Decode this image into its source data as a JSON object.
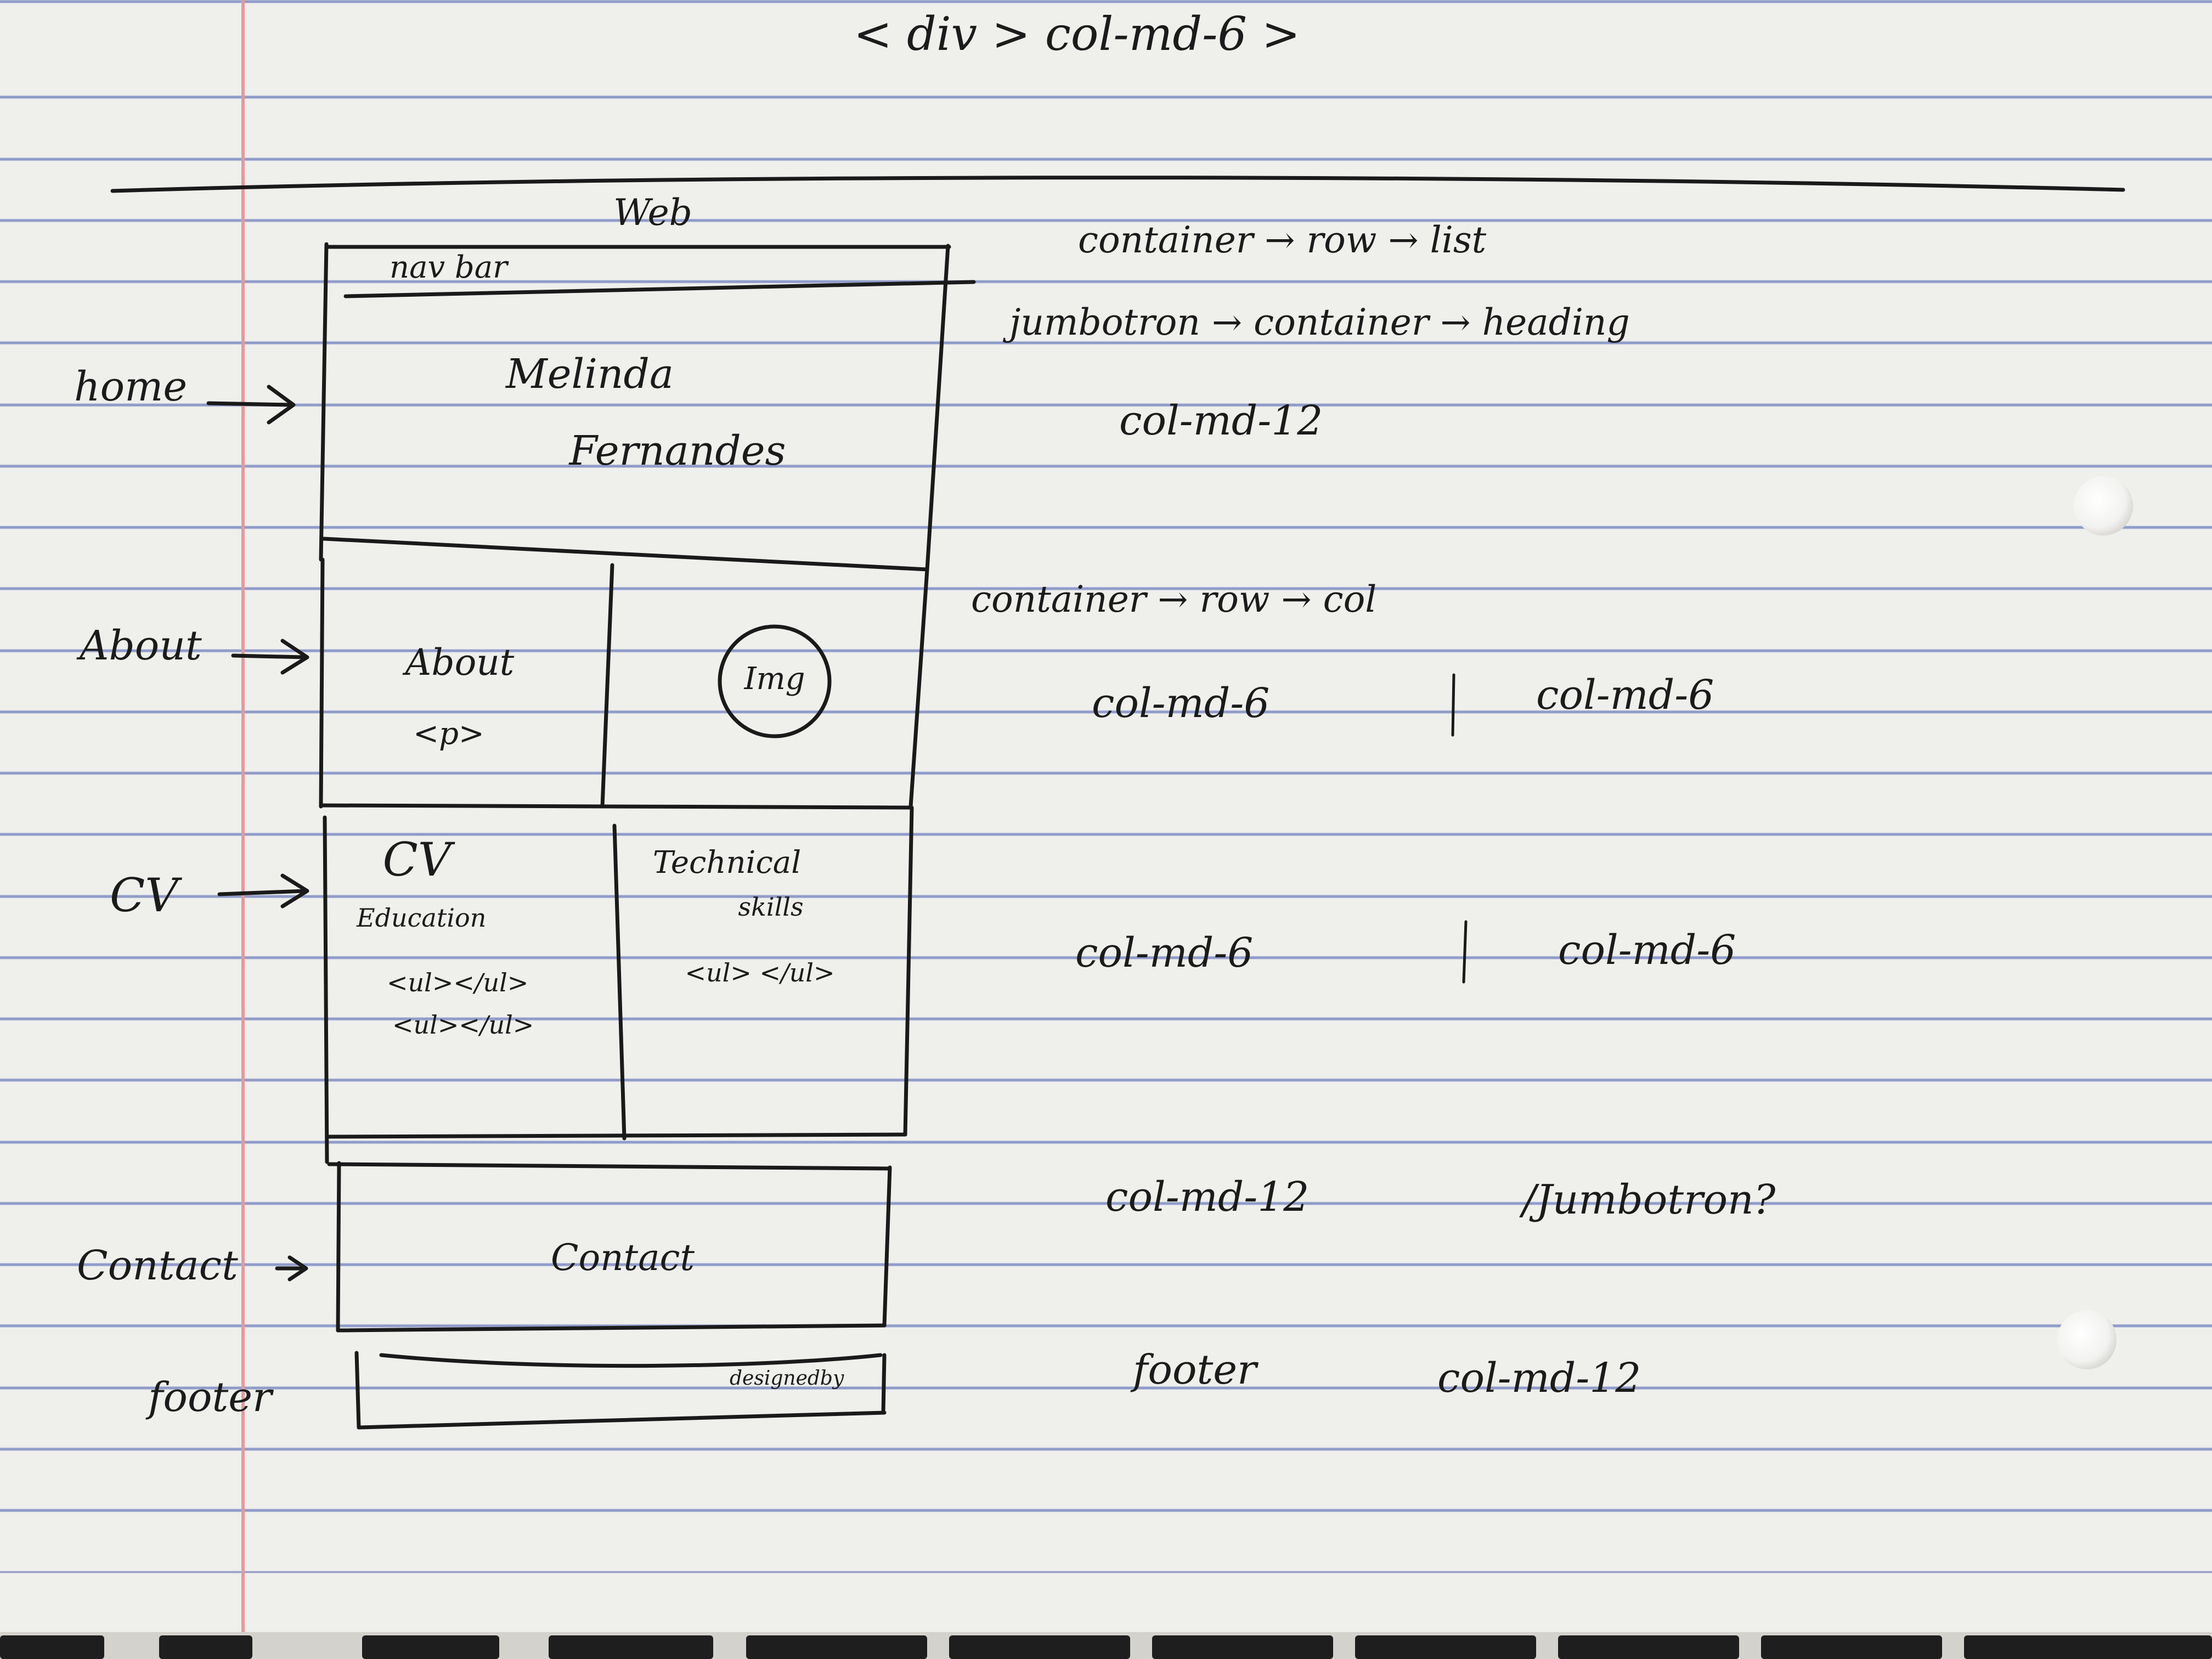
{
  "colors": {
    "paper": "#efefec",
    "rule_line": "#8f9bc9",
    "margin_line": "#e39aa0",
    "ink": "#1a1a1a"
  },
  "header": {
    "title": "< div >  col-md-6 >"
  },
  "wireframe": {
    "title": "Web",
    "nav_label": "nav bar",
    "jumbotron_line1": "Melinda",
    "jumbotron_line2": "Fernandes",
    "about_heading": "About",
    "about_para": "<p>",
    "image_label": "Img",
    "cv_heading": "CV",
    "cv_education": "Education",
    "cv_list1": "<ul></ul>",
    "cv_list2": "<ul></ul>",
    "skills_heading_line1": "Technical",
    "skills_heading_line2": "skills",
    "skills_list": "<ul> </ul>",
    "contact_label": "Contact",
    "footer_label": "designedby"
  },
  "section_labels": {
    "home": "home",
    "about": "About",
    "cv": "CV",
    "contact": "Contact",
    "footer": "footer"
  },
  "notes": {
    "nav": "container → row → list",
    "jumbotron": "jumbotron → container → heading",
    "jumbotron_col": "col-md-12",
    "about_structure": "container → row → col",
    "about_col_left": "col-md-6",
    "about_col_right": "col-md-6",
    "cv_col_left": "col-md-6",
    "cv_col_right": "col-md-6",
    "contact_col": "col-md-12",
    "contact_alt": "/Jumbotron?",
    "footer_name": "footer",
    "footer_col": "col-md-12"
  }
}
